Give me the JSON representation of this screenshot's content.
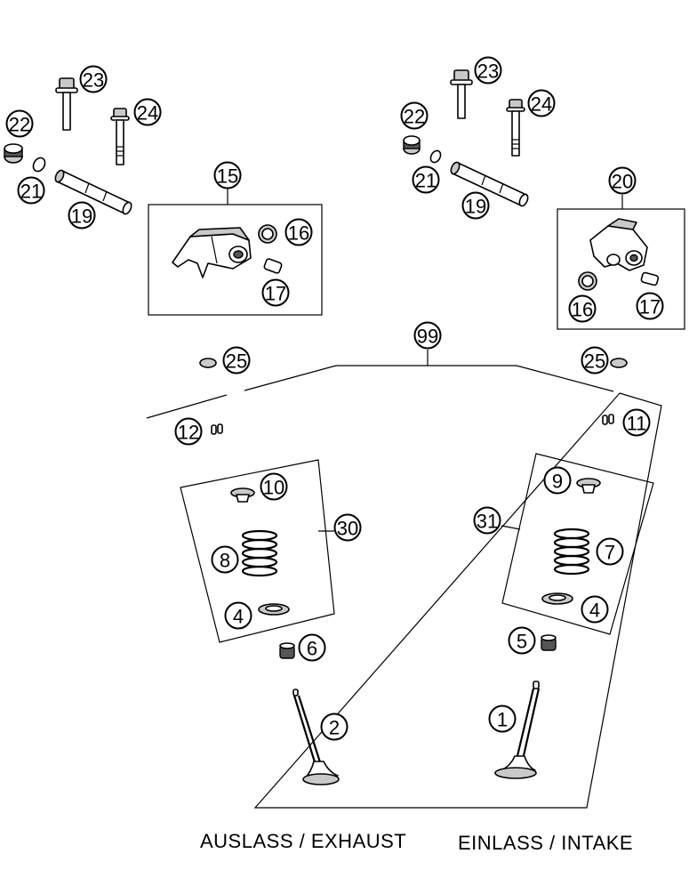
{
  "captions": {
    "exhaust": "AUSLASS / EXHAUST",
    "intake": "EINLASS / INTAKE"
  },
  "callouts": {
    "n1": "1",
    "n2": "2",
    "n4a": "4",
    "n4b": "4",
    "n5": "5",
    "n6": "6",
    "n7": "7",
    "n8": "8",
    "n9": "9",
    "n10": "10",
    "n11": "11",
    "n12": "12",
    "n15": "15",
    "n16a": "16",
    "n16b": "16",
    "n17a": "17",
    "n17b": "17",
    "n19a": "19",
    "n19b": "19",
    "n20": "20",
    "n21a": "21",
    "n21b": "21",
    "n22a": "22",
    "n22b": "22",
    "n23a": "23",
    "n23b": "23",
    "n24a": "24",
    "n24b": "24",
    "n25a": "25",
    "n25b": "25",
    "n30": "30",
    "n31": "31",
    "n99": "99"
  }
}
